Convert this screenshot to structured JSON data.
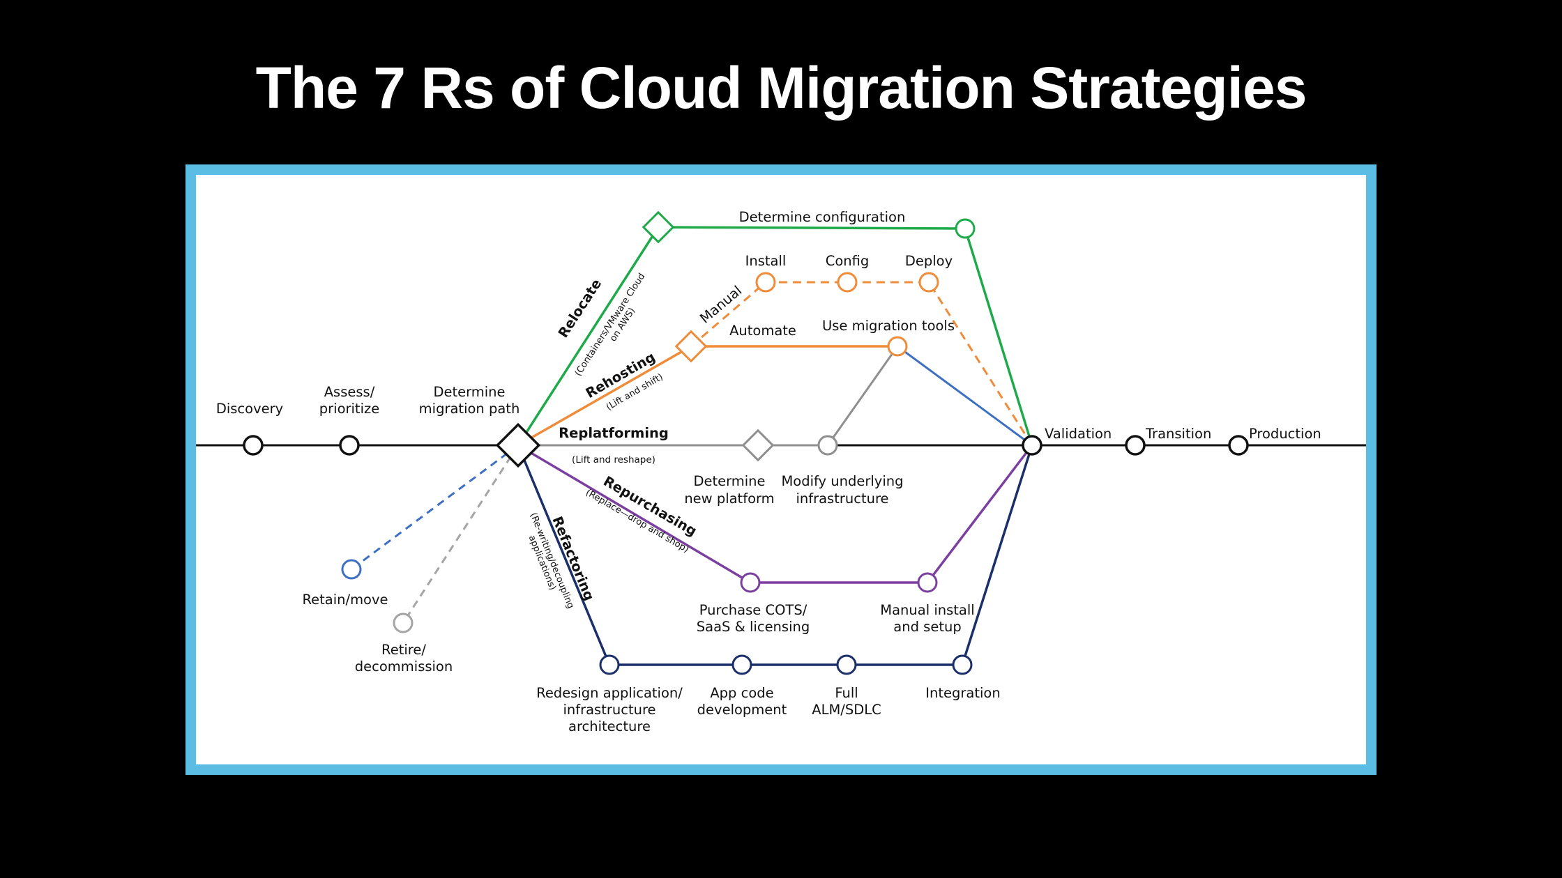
{
  "title": "The 7 Rs of Cloud Migration Strategies",
  "colors": {
    "frame": "#5bbde3",
    "relocate": "#1faa4a",
    "rehost": "#ef8c3a",
    "replatform": "#8f8f8f",
    "repurchase": "#7b3fa0",
    "refactor": "#1b2f6b",
    "retain": "#3d6fc2",
    "retire": "#a5a5a5",
    "main": "#111111"
  },
  "main_line": {
    "discovery": "Discovery",
    "assess_1": "Assess/",
    "assess_2": "prioritize",
    "determine_1": "Determine",
    "determine_2": "migration path",
    "validation": "Validation",
    "transition": "Transition",
    "production": "Production"
  },
  "relocate": {
    "name": "Relocate",
    "sub_1": "(Containers/VMware Cloud",
    "sub_2": "on AWS)",
    "step": "Determine configuration"
  },
  "rehosting": {
    "name": "Rehosting",
    "sub": "(Lift and shift)",
    "manual": "Manual",
    "install": "Install",
    "config": "Config",
    "deploy": "Deploy",
    "automate": "Automate",
    "tools": "Use migration tools"
  },
  "replatforming": {
    "name": "Replatforming",
    "sub": "(Lift and reshape)",
    "platform_1": "Determine",
    "platform_2": "new platform",
    "infra_1": "Modify underlying",
    "infra_2": "infrastructure"
  },
  "repurchasing": {
    "name": "Repurchasing",
    "sub": "(Replace—drop and shop)",
    "cots_1": "Purchase COTS/",
    "cots_2": "SaaS & licensing",
    "install_1": "Manual install",
    "install_2": "and setup"
  },
  "refactoring": {
    "name": "Refactoring",
    "sub_1": "(Re-writing/decoupling",
    "sub_2": "applications)",
    "redesign_1": "Redesign application/",
    "redesign_2": "infrastructure",
    "redesign_3": "architecture",
    "appcode_1": "App code",
    "appcode_2": "development",
    "alm_1": "Full",
    "alm_2": "ALM/SDLC",
    "integration": "Integration"
  },
  "retain": {
    "label": "Retain/move"
  },
  "retire": {
    "label_1": "Retire/",
    "label_2": "decommission"
  }
}
